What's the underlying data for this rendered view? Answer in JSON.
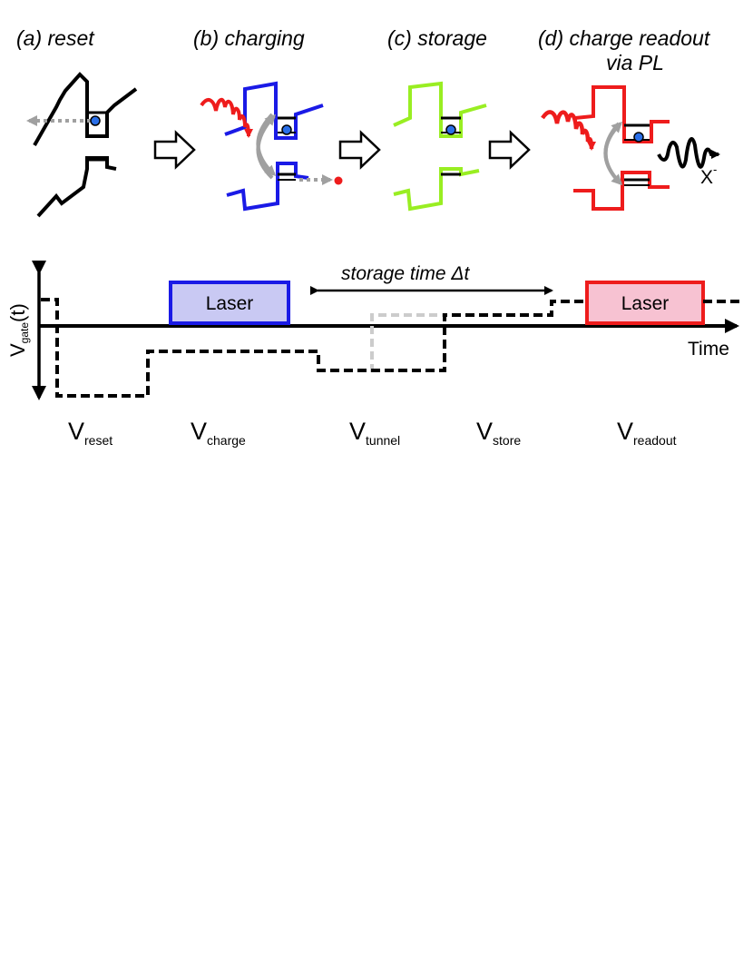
{
  "panels": {
    "a": "(a) reset",
    "b": "(b) charging",
    "c": "(c) storage",
    "d_line1": "(d) charge readout",
    "d_line2": "via PL"
  },
  "exciton_label": "X",
  "exciton_sup": "-",
  "timing": {
    "laser1": "Laser",
    "laser2": "Laser",
    "storage_label": "storage time Δt",
    "time_label": "Time",
    "yaxis_main": "V",
    "yaxis_sub": "gate",
    "yaxis_tail": "(t)"
  },
  "voltages": [
    {
      "main": "V",
      "sub": "reset"
    },
    {
      "main": "V",
      "sub": "charge"
    },
    {
      "main": "V",
      "sub": "tunnel"
    },
    {
      "main": "V",
      "sub": "store"
    },
    {
      "main": "V",
      "sub": "readout"
    }
  ],
  "colors": {
    "reset": "#000000",
    "charging": "#1a1ae6",
    "storage": "#99ee22",
    "readout": "#ee1c1c",
    "laser1_fill": "#c9c9f3",
    "laser2_fill": "#f7c2d2",
    "gray_arrow": "#a0a0a0",
    "electron": "#2a6fe8"
  }
}
